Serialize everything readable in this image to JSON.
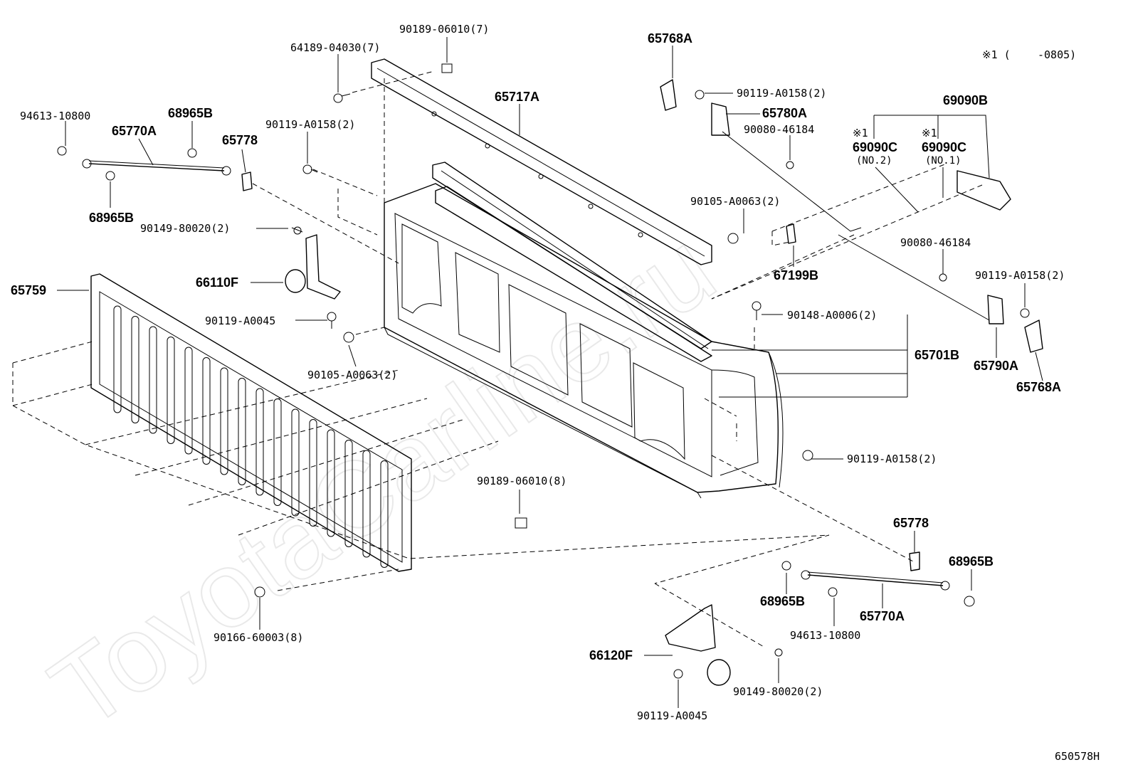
{
  "watermark": "ToyotaCarline.ru",
  "note": {
    "mark": "※1 (",
    "range": "-0805)"
  },
  "diagram_code": "650578H",
  "labels": {
    "p94613_a": "94613-10800",
    "p65770A_a": "65770A",
    "p68965B_a": "68965B",
    "p68965B_b": "68965B",
    "p65778_a": "65778",
    "p90119_a": "90119-A0158(2)",
    "p64189": "64189-04030(7)",
    "p90189_a": "90189-06010(7)",
    "p65717A": "65717A",
    "p65768A_a": "65768A",
    "p90119_b": "90119-A0158(2)",
    "p65780A": "65780A",
    "p90080_a": "90080-46184",
    "p69090B": "69090B",
    "p69090C_2_mark": "※1",
    "p69090C_2": "69090C",
    "p69090C_2_sub": "(NO.2)",
    "p69090C_1_mark": "※1",
    "p69090C_1": "69090C",
    "p69090C_1_sub": "(NO.1)",
    "p90105_a": "90105-A0063(2)",
    "p67199B": "67199B",
    "p90080_b": "90080-46184",
    "p90119_c": "90119-A0158(2)",
    "p90149_a": "90149-80020(2)",
    "p66110F": "66110F",
    "p65759": "65759",
    "p90119_A0045_a": "90119-A0045",
    "p90105_b": "90105-A0063(2)",
    "p90148": "90148-A0006(2)",
    "p65701B": "65701B",
    "p65790A": "65790A",
    "p65768A_b": "65768A",
    "p90119_d": "90119-A0158(2)",
    "p90189_b": "90189-06010(8)",
    "p65778_b": "65778",
    "p68965B_c": "68965B",
    "p68965B_d": "68965B",
    "p65770A_b": "65770A",
    "p94613_b": "94613-10800",
    "p90166": "90166-60003(8)",
    "p66120F": "66120F",
    "p90149_b": "90149-80020(2)",
    "p90119_A0045_b": "90119-A0045"
  }
}
